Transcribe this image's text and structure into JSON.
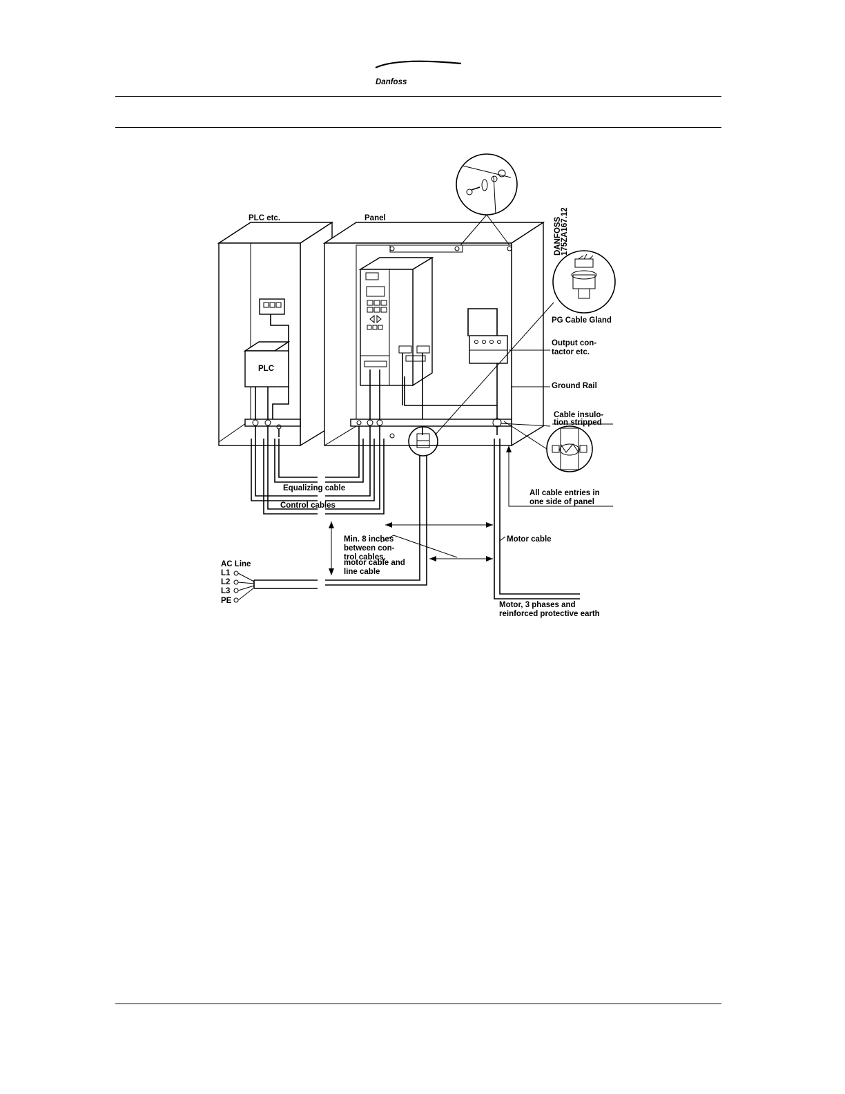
{
  "header": {
    "logo_text": "Danfoss"
  },
  "diagram": {
    "drawing_id_line1": "DANFOSS",
    "drawing_id_line2": "175ZA167.12",
    "labels": {
      "plc_cabinet": "PLC etc.",
      "panel": "Panel",
      "plc_box": "PLC",
      "pg_cable_gland": "PG Cable Gland",
      "output_contactor_1": "Output con-",
      "output_contactor_2": "tactor etc.",
      "ground_rail": "Ground Rail",
      "cable_insulation_1": "Cable insulo-",
      "cable_insulation_2": "tion stripped",
      "equalizing_cable": "Equalizing cable",
      "control_cables": "Control cables",
      "all_cable_entries_1": "All cable entries in",
      "all_cable_entries_2": "one side of panel",
      "min_distance_1": "Min. 8 inches",
      "min_distance_2": "between con-",
      "min_distance_3": "trol cables,",
      "min_distance_4": "motor cable and",
      "min_distance_5": "line cable",
      "motor_cable": "Motor cable",
      "ac_line": "AC Line",
      "l1": "L1",
      "l2": "L2",
      "l3": "L3",
      "pe": "PE",
      "motor_1": "Motor, 3 phases and",
      "motor_2": "reinforced protective earth"
    }
  }
}
